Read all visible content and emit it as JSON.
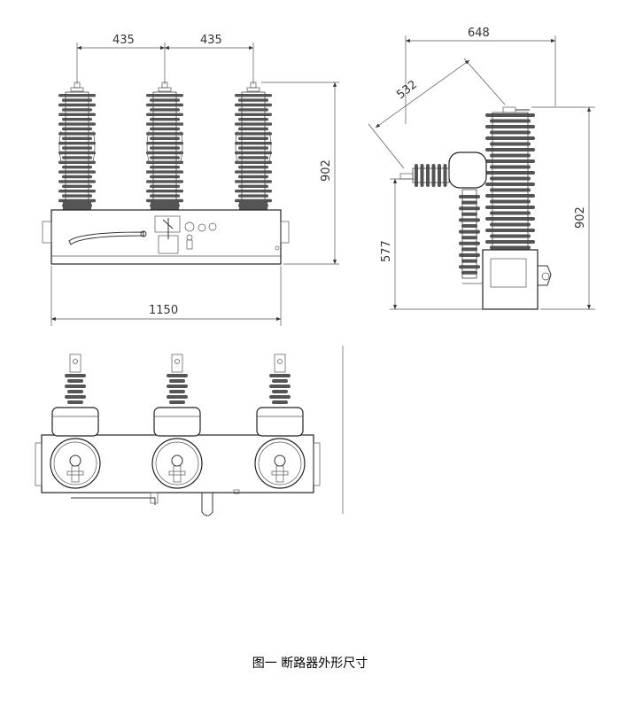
{
  "front_view": {
    "dim_spacing_left": "435",
    "dim_spacing_right": "435",
    "dim_height": "902",
    "dim_width": "1150"
  },
  "side_view": {
    "dim_width": "648",
    "dim_diagonal": "532",
    "dim_height": "902",
    "dim_lower_height": "577"
  },
  "caption": "图一  断路器外形尺寸",
  "colors": {
    "line": "#333333",
    "insulator": "#555555",
    "background": "#ffffff"
  }
}
